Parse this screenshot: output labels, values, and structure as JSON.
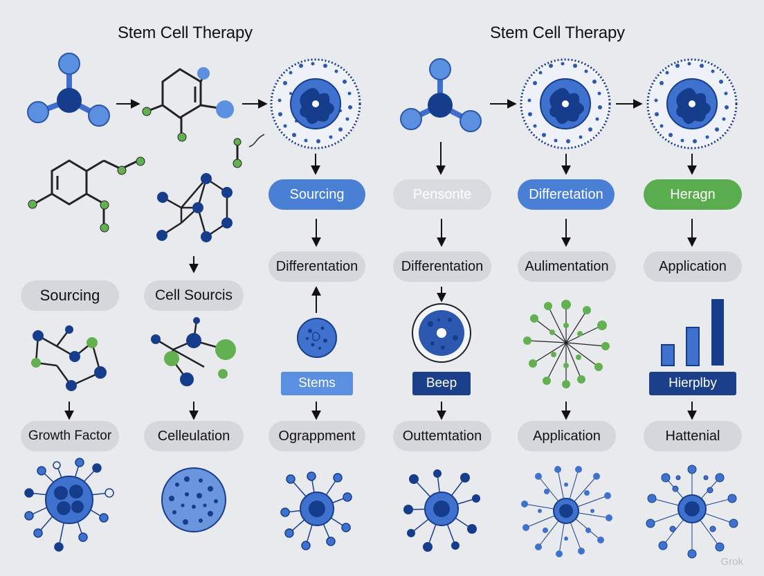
{
  "titles": {
    "left": "Stem Cell Therapy",
    "right": "Stem Cell Therapy"
  },
  "pills": {
    "sourcing_top": "Sourcing",
    "pensonte": "Pensonte",
    "differetation": "Differetation",
    "heragn": "Heragn",
    "differentation_1": "Differentation",
    "differentation_2": "Differentation",
    "aulimentation": "Aulimentation",
    "application_1": "Application",
    "sourcing_left": "Sourcing",
    "cell_sourcis": "Cell Sourcis",
    "growth_factor": "Growth Factor",
    "celleulation": "Celleulation",
    "ograppment": "Ograppment",
    "outtemtation": "Outtemtation",
    "application_2": "Application",
    "hattenial": "Hattenial"
  },
  "boxes": {
    "stems": "Stems",
    "beep": "Beep",
    "hierplby": "Hierplby"
  },
  "colors": {
    "dark_blue": "#163d8c",
    "mid_blue": "#3f72cf",
    "light_blue": "#5b8fdf",
    "green": "#62b04f",
    "gray_pill": "#d5d7dc",
    "background": "#e8eaee"
  },
  "watermark": "Grok"
}
